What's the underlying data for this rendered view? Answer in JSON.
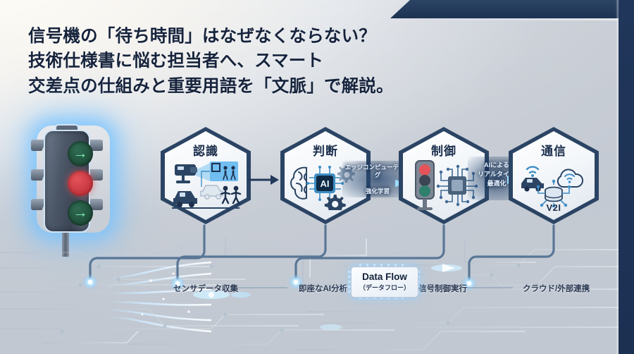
{
  "headline": {
    "line1": "信号機の「待ち時間」はなぜなくならない？",
    "line2": "技術仕様書に悩む担当者へ、スマート",
    "line3": "交差点の仕組みと重要用語を「文脈」で解説。",
    "color": "#16233c"
  },
  "traffic_light": {
    "name": "traffic-signal",
    "lamps": [
      {
        "state": "green-arrow",
        "glyph": "→",
        "color": "#7ff0b5"
      },
      {
        "state": "red",
        "glyph": "",
        "color": "#e4535a"
      },
      {
        "state": "green-arrow",
        "glyph": "→",
        "color": "#7ff0b5"
      }
    ]
  },
  "flow": {
    "nodes": [
      {
        "id": "recognition",
        "title": "認識",
        "subtitle": "",
        "icons": [
          "camera-icon",
          "car-icon",
          "pedestrian-icon",
          "detection-frame-icon"
        ]
      },
      {
        "id": "judgment",
        "title": "判断",
        "subtitle": "",
        "icons": [
          "brain-icon",
          "ai-chip-icon",
          "gear-icon"
        ]
      },
      {
        "id": "control",
        "title": "制御",
        "subtitle": "",
        "icons": [
          "traffic-light-icon",
          "microchip-icon"
        ]
      },
      {
        "id": "communication",
        "title": "通信",
        "subtitle": "V2I",
        "icons": [
          "car-wifi-icon",
          "cloud-icon",
          "database-icon"
        ]
      }
    ],
    "connectors": [
      {
        "id": "arrow-1-2",
        "lines": []
      },
      {
        "id": "conn-2-3",
        "lines": [
          "エッジコンピューティング",
          "強化学習"
        ]
      },
      {
        "id": "conn-3-4",
        "lines": [
          "AIによる",
          "リアルタイム",
          "最適化"
        ]
      }
    ]
  },
  "bottom": {
    "labels": [
      "センサデータ収集",
      "即座なAI分析",
      "信号制御実行",
      "クラウド/外部連携"
    ],
    "chip": {
      "title": "Data Flow",
      "subtitle": "（データフロー）"
    }
  },
  "theme": {
    "navy": "#2b4464",
    "deep_navy": "#1d3252",
    "accent_blue": "#7fc8ff",
    "panel_light": "#f4f7fa"
  }
}
